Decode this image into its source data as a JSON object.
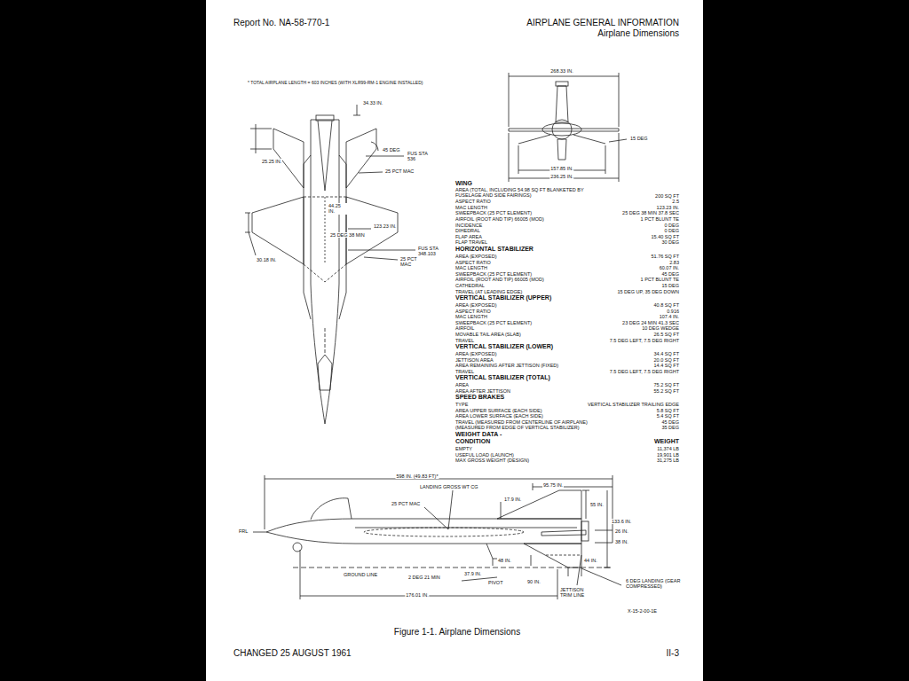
{
  "diagram": {
    "title": "AIRPLANE GENERAL INFORMATION",
    "caption": "Figure 1-1. Airplane Dimensions",
    "labels": [
      "Report No. NA-58-770-1",
      "Airplane Dimensions",
      "* TOTAL AIRPLANE LENGTH = 603 INCHES (WITH XLR99-RM-1 ENGINE INSTALLED)",
      "34.33 IN.",
      "25.25 IN.",
      "45 DEG",
      "FUS STA 536",
      "25 PCT MAC",
      "44.25 IN.",
      "123.23 IN.",
      "25 DEG 38 MIN",
      "FUS STA 348.103",
      "25 PCT MAC",
      "30.18 IN.",
      "268.33 IN.",
      "15 DEG",
      "157.85 IN.",
      "236.25 IN.",
      "WING",
      "AREA (TOTAL, INCLUDING 54.98 SQ FT BLANKETED BY FUSELAGE AND SIDE FAIRINGS)",
      "200 SQ FT",
      "ASPECT RATIO",
      "2.5",
      "MAC LENGTH",
      "123.23 IN.",
      "SWEEPBACK (25 PCT ELEMENT)",
      "25 DEG 38 MIN 37.8 SEC",
      "AIRFOIL (ROOT AND TIP) 66005 (MOD)",
      "1 PCT BLUNT TE",
      "INCIDENCE",
      "0 DEG",
      "DIHEDRAL",
      "0 DEG",
      "FLAP AREA",
      "15.40 SQ FT",
      "FLAP TRAVEL",
      "30 DEG",
      "HORIZONTAL STABILIZER",
      "AREA (EXPOSED)",
      "51.76 SQ FT",
      "ASPECT RATIO",
      "2.83",
      "MAC LENGTH",
      "60.07 IN.",
      "SWEEPBACK (25 PCT ELEMENT)",
      "45 DEG",
      "AIRFOIL (ROOT AND TIP) 66005 (MOD)",
      "1 PCT BLUNT TE",
      "CATHEDRAL",
      "15 DEG",
      "TRAVEL (AT LEADING EDGE)",
      "15 DEG UP, 35 DEG DOWN",
      "VERTICAL STABILIZER (UPPER)",
      "AREA (EXPOSED)",
      "40.8 SQ FT",
      "ASPECT RATIO",
      "0.916",
      "MAC LENGTH",
      "107.4 IN.",
      "SWEEPBACK (25 PCT ELEMENT)",
      "23 DEG 24 MIN 41.3 SEC",
      "AIRFOIL",
      "10 DEG WEDGE",
      "MOVABLE TAIL AREA (SLAB)",
      "26.5 SQ FT",
      "TRAVEL",
      "7.5 DEG LEFT, 7.5 DEG RIGHT",
      "VERTICAL STABILIZER (LOWER)",
      "AREA (EXPOSED)",
      "34.4 SQ FT",
      "JETTISON AREA",
      "20.0 SQ FT",
      "AREA REMAINING AFTER JETTISON (FIXED)",
      "14.4 SQ FT",
      "TRAVEL",
      "7.5 DEG LEFT, 7.5 DEG RIGHT",
      "VERTICAL STABILIZER (TOTAL)",
      "AREA",
      "75.2 SQ FT",
      "AREA AFTER JETTISON",
      "55.2 SQ FT",
      "SPEED BRAKES",
      "TYPE",
      "VERTICAL STABILIZER TRAILING EDGE",
      "AREA UPPER SURFACE (EACH SIDE)",
      "5.8 SQ FT",
      "AREA LOWER SURFACE (EACH SIDE)",
      "5.4 SQ FT",
      "TRAVEL (MEASURED FROM CENTERLINE OF AIRPLANE)",
      "45 DEG",
      "(MEASURED FROM EDGE OF VERTICAL STABILIZER)",
      "35 DEG",
      "WEIGHT DATA - CONDITION",
      "WEIGHT",
      "EMPTY",
      "11,374 LB",
      "USEFUL LOAD (LAUNCH)",
      "19,901 LB",
      "MAX GROSS WEIGHT (DESIGN)",
      "31,275 LB",
      "598 IN. (49.83 FT)*",
      "LANDING GROSS WT CG",
      "95.75 IN.",
      "25 PCT MAC",
      "17.9 IN.",
      "55 IN.",
      "133.6 IN.",
      "26 IN.",
      "38 IN.",
      "FRL",
      "48 IN.",
      "44 IN.",
      "GROUND LINE",
      "2 DEG 21 MIN",
      "37.9 IN.",
      "PIVOT",
      "90 IN.",
      "6 DEG LANDING (GEAR COMPRESSED)",
      "JETTISON TRIM LINE",
      "176.01 IN.",
      "X-15-2-00-1E",
      "CHANGED 25 AUGUST 1961",
      "II-3"
    ]
  }
}
